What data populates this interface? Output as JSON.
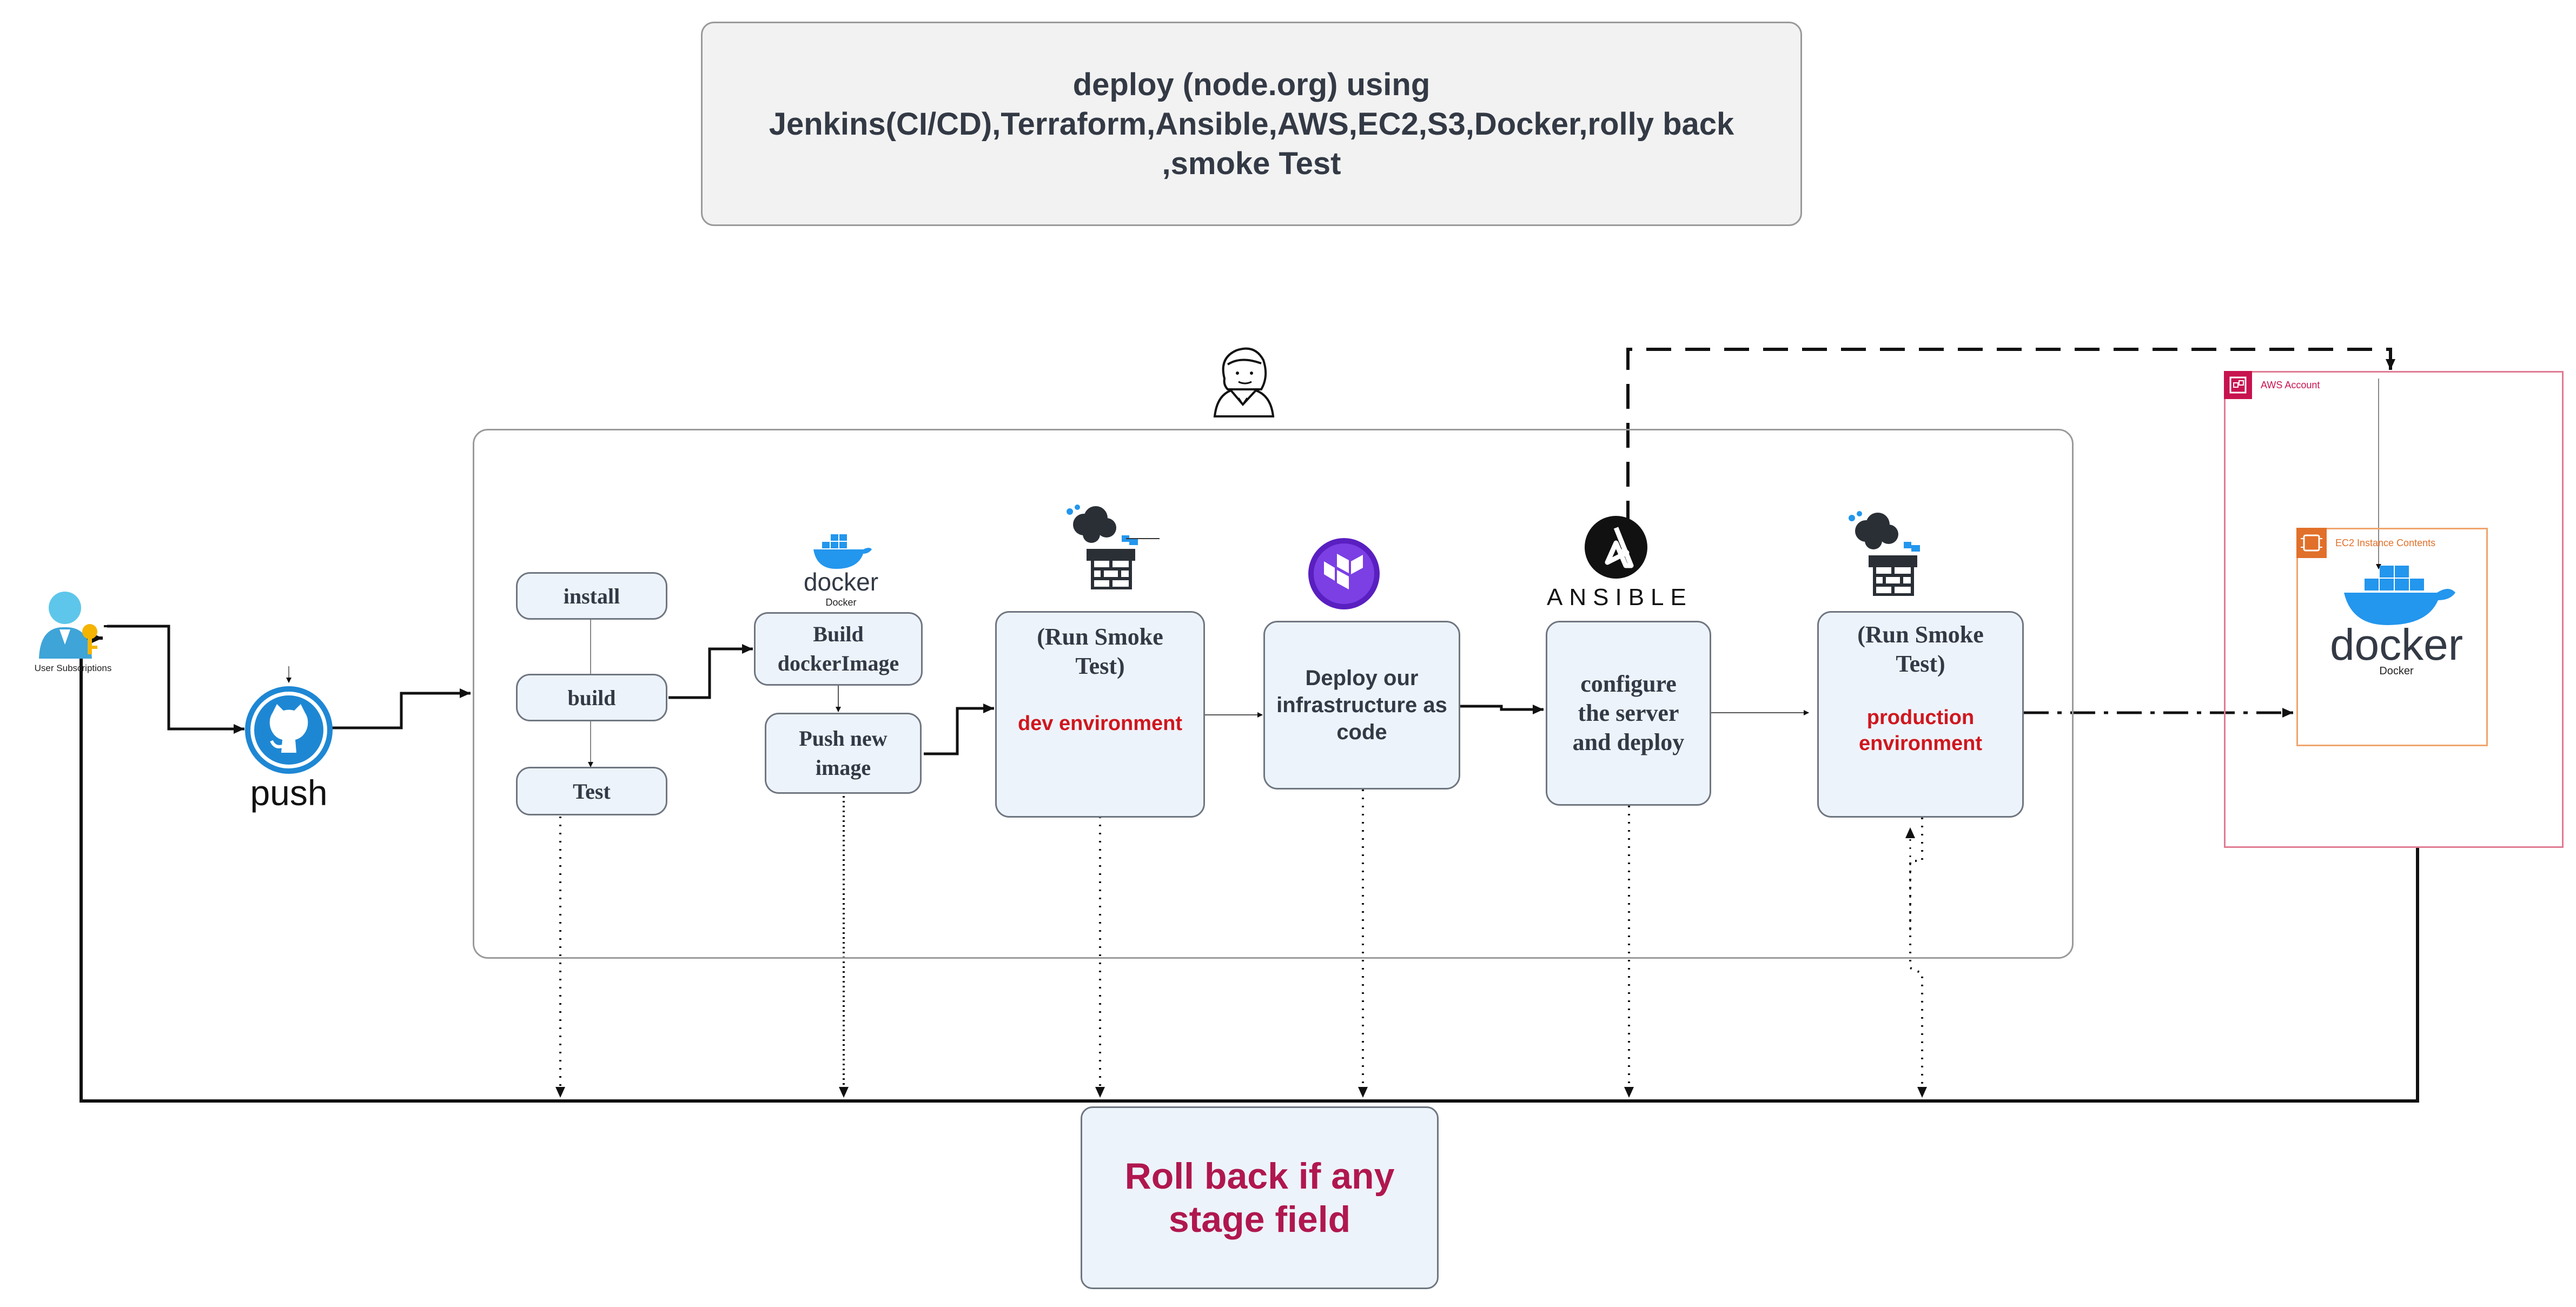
{
  "title": {
    "line1": "deploy (node.org) using",
    "line2": "Jenkins(CI/CD),Terraform,Ansible,AWS,EC2,S3,Docker,rolly back",
    "line3": ",smoke Test"
  },
  "user": {
    "label": "User Subscriptions"
  },
  "github": {
    "label": "push"
  },
  "stages": {
    "install": "install",
    "build": "build",
    "test": "Test",
    "build_image_line1": "Build",
    "build_image_line2": "dockerImage",
    "push_image_line1": "Push new",
    "push_image_line2": "image",
    "smoke_dev_line1": "(Run Smoke",
    "smoke_dev_line2": "Test)",
    "smoke_dev_env": "dev environment",
    "deploy_infra_line1": "Deploy our",
    "deploy_infra_line2": "infrastructure as",
    "deploy_infra_line3": "code",
    "configure_line1": "configure",
    "configure_line2": "the server",
    "configure_line3": "and deploy",
    "smoke_prod_line1": "(Run Smoke",
    "smoke_prod_line2": "Test)",
    "smoke_prod_env_line1": "production",
    "smoke_prod_env_line2": "environment"
  },
  "logos": {
    "docker_small": "docker",
    "docker_small_caption": "Docker",
    "ansible": "ANSIBLE",
    "docker_large": "docker",
    "docker_large_caption": "Docker"
  },
  "aws": {
    "account_label": "AWS Account",
    "ec2_label": "EC2 Instance Contents"
  },
  "rollback": {
    "line1": "Roll back if any",
    "line2": "stage field"
  },
  "colors": {
    "box_fill": "#edf3fb",
    "box_stroke": "#6f7680",
    "env_red": "#d0161d",
    "rollback_text": "#b0174e",
    "github_blue": "#1e87d4",
    "docker_blue": "#2396ed",
    "terraform_purple": "#6c2bd9",
    "aws_pink": "#c7134f",
    "ec2_orange": "#e1702a"
  },
  "icons": [
    "user-icon",
    "key-icon",
    "github-icon",
    "jenkins-icon",
    "docker-icon",
    "smoke-chimney-icon",
    "terraform-icon",
    "ansible-icon",
    "aws-account-icon",
    "ec2-icon"
  ]
}
